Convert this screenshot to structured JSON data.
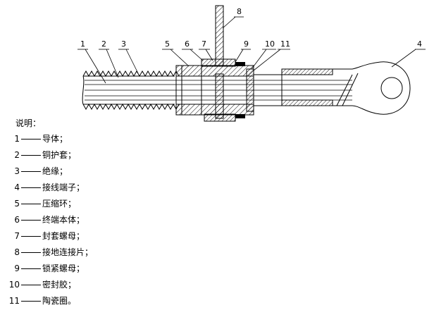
{
  "callouts": [
    "1",
    "2",
    "3",
    "4",
    "5",
    "6",
    "7",
    "8",
    "9",
    "10",
    "11"
  ],
  "legend": {
    "title": "说明：",
    "items": [
      {
        "num": "1",
        "text": "导体；"
      },
      {
        "num": "2",
        "text": "铜护套；"
      },
      {
        "num": "3",
        "text": "绝缘；"
      },
      {
        "num": "4",
        "text": "接线端子；"
      },
      {
        "num": "5",
        "text": "压缩环；"
      },
      {
        "num": "6",
        "text": "终端本体；"
      },
      {
        "num": "7",
        "text": "封套螺母；"
      },
      {
        "num": "8",
        "text": "接地连接片；"
      },
      {
        "num": "9",
        "text": "锁紧螺母；"
      },
      {
        "num": "10",
        "text": "密封胶；"
      },
      {
        "num": "11",
        "text": "陶瓷圈。"
      }
    ]
  }
}
